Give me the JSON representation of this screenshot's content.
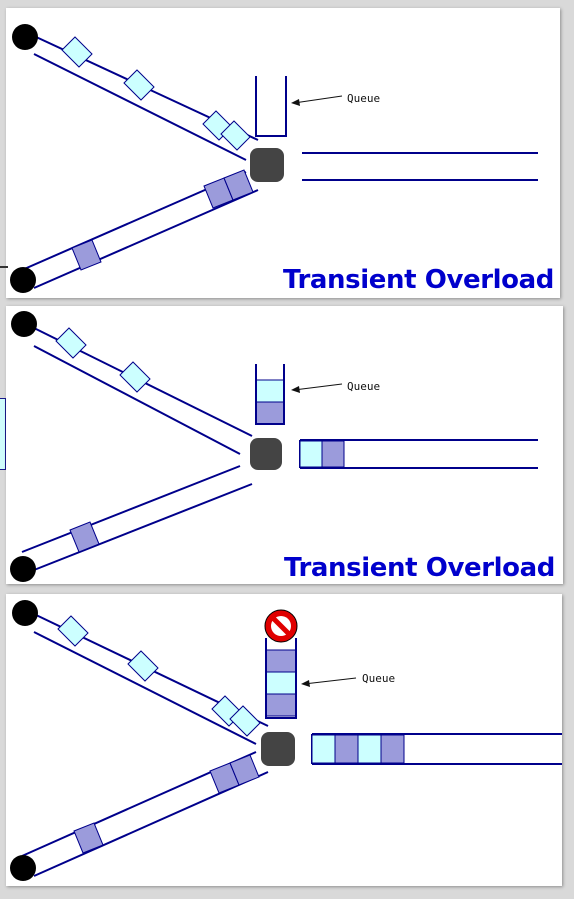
{
  "panels": [
    {
      "title": "Transient Overload",
      "queue_label": "Queue"
    },
    {
      "title": "Transient Overload",
      "queue_label": "Queue"
    },
    {
      "title": "",
      "queue_label": "Queue"
    }
  ],
  "icons": {
    "blocked": "no-entry-icon"
  },
  "colors": {
    "link": "#00008b",
    "packet_light": "#ccffff",
    "packet_dark": "#9b9bdb",
    "router": "#444444",
    "host": "#000000",
    "title": "#0000cc",
    "blocked": "#e00000"
  }
}
